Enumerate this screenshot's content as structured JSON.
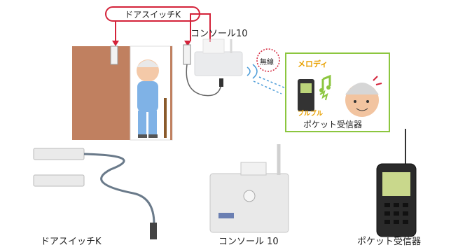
{
  "callout": {
    "door_switch_label": "ドアスイッチK"
  },
  "console_label": "コンソール10",
  "wireless_label": "無線",
  "receiver_panel": {
    "melody_label": "メロディ",
    "vibrate_label": "ブルブル",
    "title": "ポケット受信器"
  },
  "products": {
    "door_switch": "ドアスイッチK",
    "console": "コンソール 10",
    "pocket_receiver": "ポケット受信器"
  },
  "colors": {
    "accent_red": "#d4233a",
    "panel_green": "#8cc63f",
    "door_brown": "#c08060",
    "signal_blue": "#4a9bd8"
  }
}
